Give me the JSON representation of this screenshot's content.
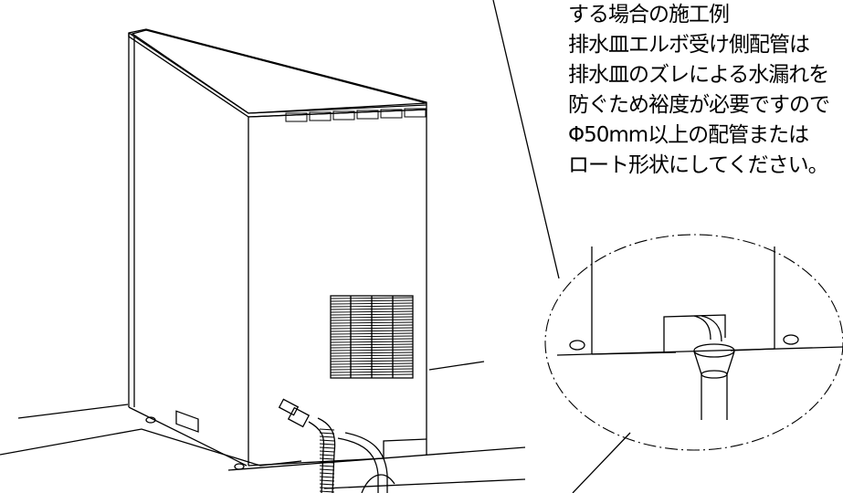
{
  "annotation": {
    "lines": [
      "する場合の施工例",
      "排水皿エルボ受け側配管は",
      "排水皿のズレによる水漏れを",
      "防ぐため裕度が必要ですので",
      "Φ50mm以上の配管または",
      "ロート形状にしてください。"
    ]
  },
  "colors": {
    "line": "#000000",
    "background": "#ffffff"
  },
  "icons": [
    "ice-machine-unit",
    "drain-hose",
    "drain-funnel",
    "detail-magnifier-circle"
  ]
}
